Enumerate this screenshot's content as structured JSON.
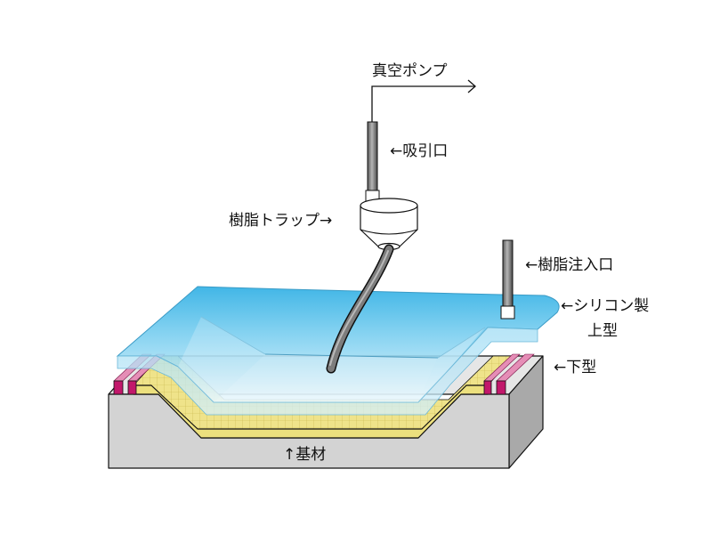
{
  "labels": {
    "vacuum_pump": "真空ポンプ",
    "suction_port": "←吸引口",
    "resin_trap": "樹脂トラップ→",
    "resin_inlet": "←樹脂注入口",
    "silicone_upper_mold_line1": "←シリコン製",
    "silicone_upper_mold_line2": "上型",
    "lower_mold": "←下型",
    "substrate": "↑基材"
  },
  "colors": {
    "substrate_front": "#d3d3d3",
    "substrate_side": "#a9a9a9",
    "substrate_top": "#e6e6e6",
    "lower_mold_band": "#ece07e",
    "strip_front": "#c2186b",
    "strip_top": "#e58db6",
    "trap_body": "#ffffff",
    "pipe": "#8c8c8c"
  }
}
